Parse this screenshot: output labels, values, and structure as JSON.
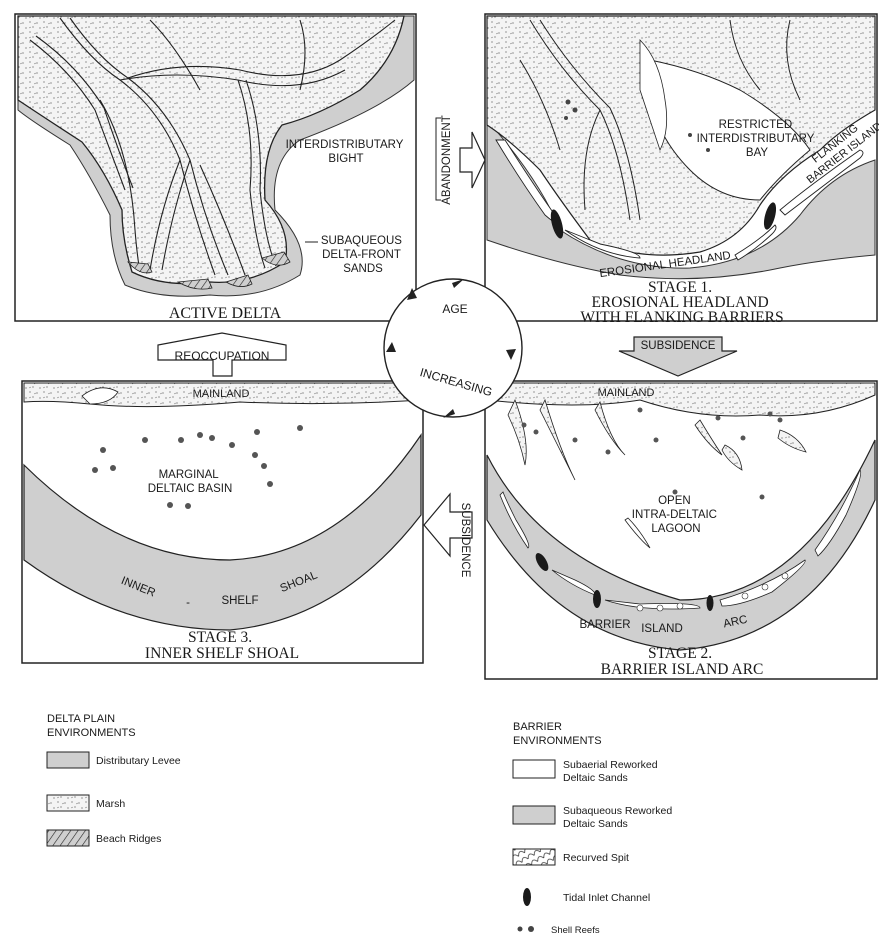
{
  "panels": {
    "active_delta": {
      "title": "ACTIVE DELTA",
      "interdistributary_bight": [
        "INTERDISTRIBUTARY",
        "BIGHT"
      ],
      "delta_front": [
        "SUBAQUEOUS",
        "DELTA-FRONT",
        "SANDS"
      ]
    },
    "stage1": {
      "title": [
        "STAGE 1.",
        "EROSIONAL HEADLAND",
        "WITH FLANKING BARRIERS"
      ],
      "bay": [
        "RESTRICTED",
        "INTERDISTRIBUTARY",
        "BAY"
      ],
      "flanking": [
        "FLANKING",
        "BARRIER ISLAND"
      ],
      "headland": "EROSIONAL HEADLAND"
    },
    "stage2": {
      "title": [
        "STAGE 2.",
        "BARRIER ISLAND ARC"
      ],
      "mainland": "MAINLAND",
      "lagoon": [
        "OPEN",
        "INTRA-DELTAIC",
        "LAGOON"
      ],
      "arc_words": [
        "BARRIER",
        "ISLAND",
        "ARC"
      ]
    },
    "stage3": {
      "title": [
        "STAGE 3.",
        "INNER SHELF SHOAL"
      ],
      "mainland": "MAINLAND",
      "basin": [
        "MARGINAL",
        "DELTAIC BASIN"
      ],
      "shoal_words": [
        "INNER",
        "-",
        "SHELF",
        "SHOAL"
      ]
    }
  },
  "cycle": {
    "age": "AGE",
    "increasing": "INCREASING"
  },
  "arrows": {
    "abandonment": "ABANDONMENT",
    "subsidence_right": "SUBSIDENCE",
    "subsidence_left": "SUBSIDENCE",
    "reoccupation": "REOCCUPATION"
  },
  "legend": {
    "delta_plain": {
      "heading": [
        "DELTA PLAIN",
        "ENVIRONMENTS"
      ],
      "items": [
        {
          "label": "Distributary Levee"
        },
        {
          "label": "Marsh"
        },
        {
          "label": "Beach Ridges"
        }
      ]
    },
    "barrier": {
      "heading": [
        "BARRIER",
        "ENVIRONMENTS"
      ],
      "items": [
        {
          "label": [
            "Subaerial Reworked",
            "Deltaic Sands"
          ]
        },
        {
          "label": [
            "Subaqueous Reworked",
            "Deltaic Sands"
          ]
        },
        {
          "label": [
            "Recurved Spit"
          ]
        },
        {
          "label": [
            "Tidal Inlet Channel"
          ]
        },
        {
          "label": [
            "Shell Reefs"
          ]
        }
      ]
    }
  },
  "colors": {
    "gray_fill": "#cfcfcf",
    "ink": "#1a1a1a",
    "paper": "#ffffff"
  }
}
